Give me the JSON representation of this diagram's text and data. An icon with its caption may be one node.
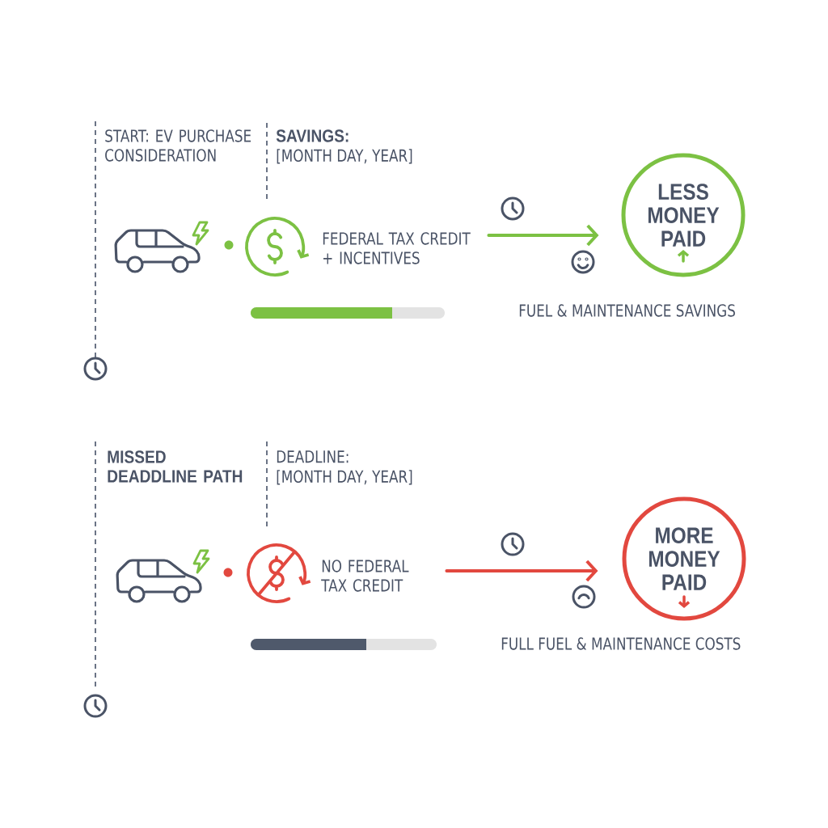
{
  "diagram": {
    "nodes": [
      {
        "text": [
          "FEDERAL TAX CREDIT + INCENTIVES"
        ]
      },
      {
        "text": [
          "LESS MONEY PAID"
        ]
      },
      {
        "text": [
          "NO FEDERAL TAX CREDIT"
        ]
      },
      {
        "text": [
          "MORE MONEY PAID"
        ]
      }
    ],
    "edges": [
      {
        "from": 0,
        "to": 1,
        "arrow": "to",
        "color": "#7cc143"
      },
      {
        "from": 2,
        "to": 3,
        "arrow": "to",
        "color": "#e2483f"
      }
    ],
    "labels": [
      "START: EV PURCHASE CONSIDERATION",
      "SAVINGS:",
      "[MONTH DAY, YEAR]",
      "FUEL & MAINTENANCE SAVINGS",
      "MISSED DEADDLINE PATH",
      "DEADLINE:",
      "[MONTH DAY, YEAR]",
      "FULL FUEL & MAINTENANCE COSTS"
    ]
  }
}
